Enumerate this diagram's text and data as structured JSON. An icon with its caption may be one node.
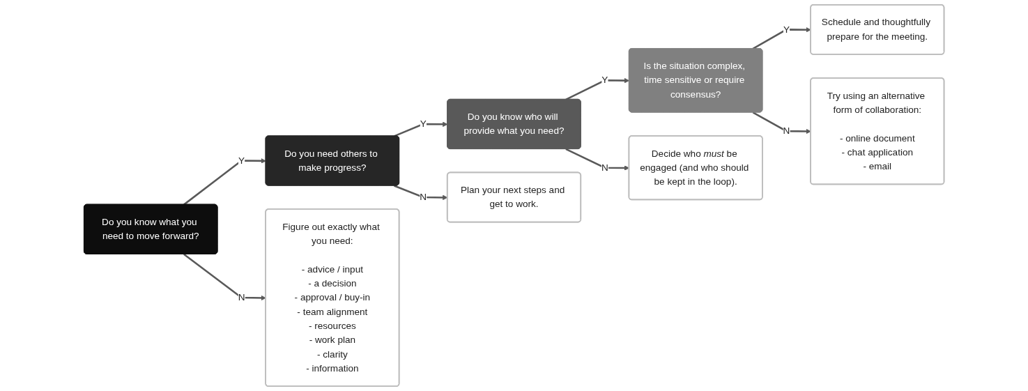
{
  "diagram": {
    "nodes": [
      {
        "text": [
          "Do you know what you need to move forward?"
        ]
      },
      {
        "text": [
          "Do you need others to make progress?"
        ]
      },
      {
        "text": [
          "Do you know who will provide what you need?"
        ]
      },
      {
        "text": [
          "Is the situation complex, time sensitive or require consensus?"
        ]
      },
      {
        "text": [
          "Schedule and thoughtfully prepare for the meeting."
        ]
      },
      {
        "text": [
          "Figure out exactly what you need:",
          "- advice / input",
          "- a decision",
          "- approval / buy-in",
          "- team alignment",
          "- resources",
          "- work plan",
          "- clarity",
          "- information"
        ]
      },
      {
        "text": [
          "Plan your next steps and get to work."
        ]
      },
      {
        "text": [
          "Decide who *must* be engaged (and who should be kept in the loop)."
        ]
      },
      {
        "text": [
          "Try using an alternative form of collaboration:",
          "- online document",
          "- chat application",
          "- email"
        ]
      }
    ],
    "edges": [
      {
        "from": 0,
        "to": 1,
        "arrow": "to",
        "label": "Y"
      },
      {
        "from": 1,
        "to": 2,
        "arrow": "to",
        "label": "Y"
      },
      {
        "from": 2,
        "to": 3,
        "arrow": "to",
        "label": "Y"
      },
      {
        "from": 3,
        "to": 4,
        "arrow": "to",
        "label": "Y"
      },
      {
        "from": 0,
        "to": 5,
        "arrow": "to",
        "label": "N"
      },
      {
        "from": 1,
        "to": 6,
        "arrow": "to",
        "label": "N"
      },
      {
        "from": 2,
        "to": 7,
        "arrow": "to",
        "label": "N"
      },
      {
        "from": 3,
        "to": 8,
        "arrow": "to",
        "label": "N"
      }
    ]
  }
}
